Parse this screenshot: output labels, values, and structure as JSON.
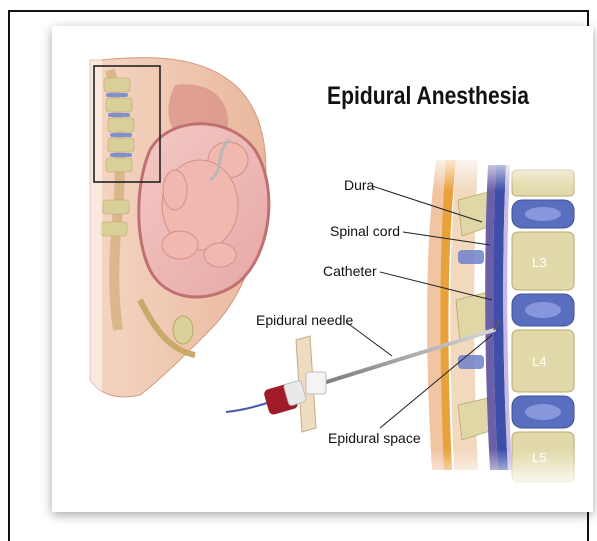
{
  "title": "Epidural Anesthesia",
  "labels": {
    "dura": "Dura",
    "spinal_cord": "Spinal cord",
    "catheter": "Catheter",
    "epidural_needle": "Epidural needle",
    "epidural_space": "Epidural space"
  },
  "vertebrae": [
    "L3",
    "L4",
    "L5"
  ],
  "colors": {
    "skin": "#efc5ad",
    "bone": "#dfd7a6",
    "disc": "#5a6ec0",
    "spinal_cord": "#3d4fa8",
    "catheter_hub": "#a01a2a"
  }
}
